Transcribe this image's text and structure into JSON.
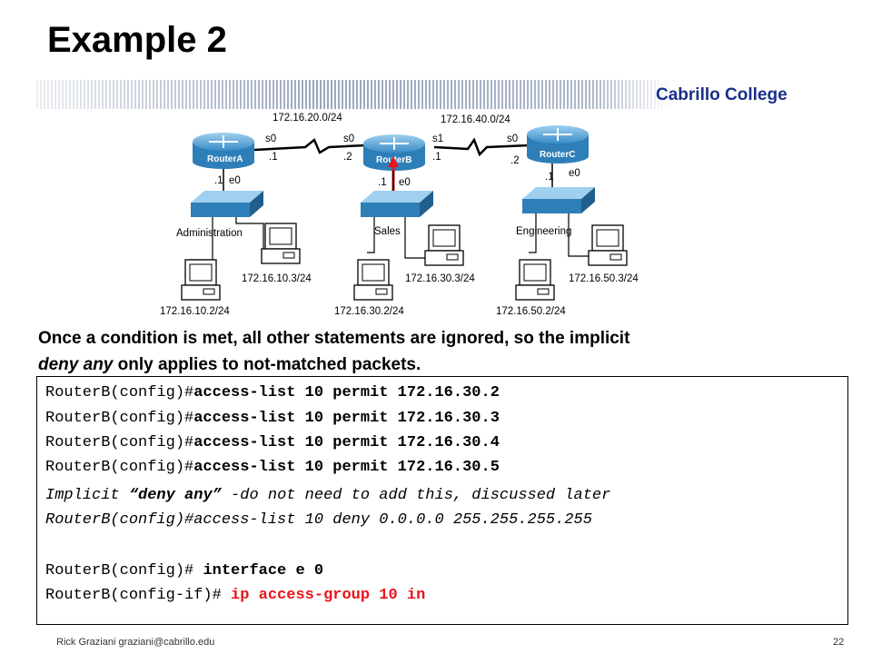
{
  "slide": {
    "title": "Example 2",
    "college": "Cabrillo College",
    "footer": "Rick Graziani  graziani@cabrillo.edu",
    "page_number": "22"
  },
  "diagram": {
    "routers": [
      "RouterA",
      "RouterB",
      "RouterC"
    ],
    "networks": [
      "172.16.20.0/24",
      "172.16.40.0/24"
    ],
    "ports": {
      "a_s0": "s0",
      "a_s0_ip": ".1",
      "a_e0_ip": ".1",
      "a_e0": "e0",
      "b_s0": "s0",
      "b_s0_ip": ".2",
      "b_s1": "s1",
      "b_s1_ip": ".1",
      "b_e0_ip": ".1",
      "b_e0": "e0",
      "c_s0": "s0",
      "c_s0_ip": ".2",
      "c_e0_ip": ".1",
      "c_e0": "e0"
    },
    "lans": [
      "Administration",
      "Sales",
      "Engineering"
    ],
    "hosts": [
      "172.16.10.3/24",
      "172.16.10.2/24",
      "172.16.30.3/24",
      "172.16.30.2/24",
      "172.16.50.3/24",
      "172.16.50.2/24"
    ]
  },
  "note": {
    "part1": "Once a condition is met, all other statements are ignored, so the implicit",
    "em": "deny any",
    "part2": " only applies to not-matched packets."
  },
  "code": {
    "l1_prompt": "RouterB(config)#",
    "l1_cmd": "access-list 10 permit 172.16.30.2",
    "l2_prompt": "RouterB(config)#",
    "l2_cmd": "access-list 10 permit 172.16.30.3",
    "l3_prompt": "RouterB(config)#",
    "l3_cmd": "access-list 10 permit 172.16.30.4",
    "l4_prompt": "RouterB(config)#",
    "l4_cmd": "access-list 10 permit 172.16.30.5",
    "l5_a": "Implicit ",
    "l5_b": "“deny any”",
    "l5_c": " -do not need to add this, discussed later",
    "l6": "RouterB(config)#access-list 10 deny 0.0.0.0 255.255.255.255",
    "l7_prompt": "RouterB(config)# ",
    "l7_cmd": "interface e 0",
    "l8_prompt": "RouterB(config-if)# ",
    "l8_cmd": "ip access-group 10 in"
  },
  "colors": {
    "accent": "#1a2f8a",
    "highlight_red": "#e8141b",
    "router_blue": "#2e7fb8"
  }
}
